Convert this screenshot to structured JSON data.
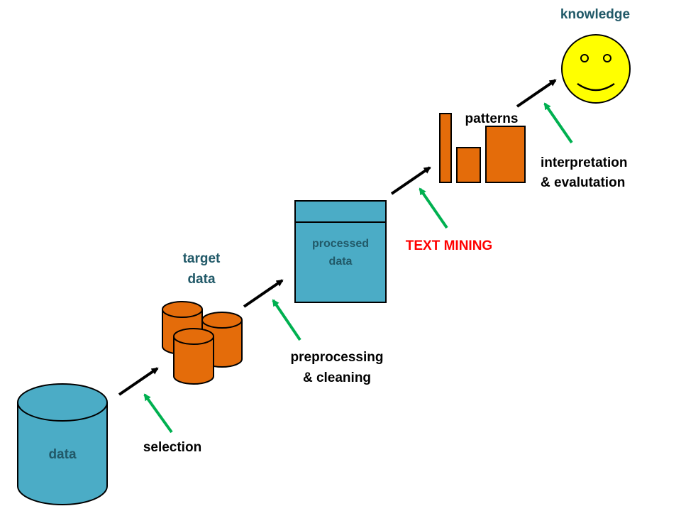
{
  "stages": {
    "data": "data",
    "target_data_line1": "target",
    "target_data_line2": "data",
    "processed_data_line1": "processed",
    "processed_data_line2": "data",
    "patterns": "patterns",
    "knowledge": "knowledge"
  },
  "steps": {
    "selection": "selection",
    "preprocessing_line1": "preprocessing",
    "preprocessing_line2": "& cleaning",
    "text_mining": "TEXT MINING",
    "interpretation_line1": "interpretation",
    "interpretation_line2": "& evalutation"
  },
  "colors": {
    "teal": "#4bacc6",
    "teal_text": "#215968",
    "orange": "#e46c0a",
    "green_arrow": "#00b050",
    "red_text": "#ff0000",
    "smiley": "#ffff00"
  }
}
